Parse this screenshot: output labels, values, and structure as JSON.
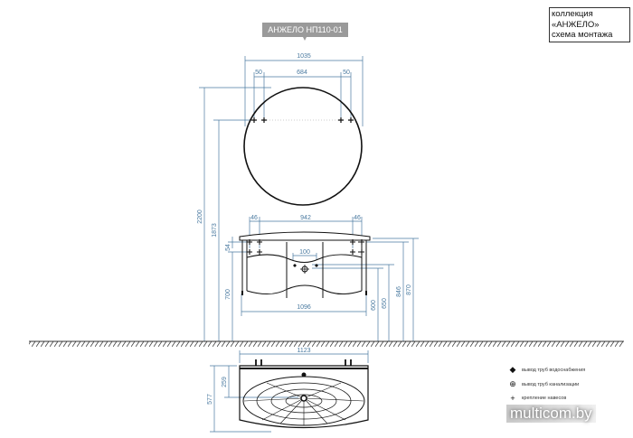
{
  "title_tag": "АНЖЕЛО НП110-01",
  "info_box": {
    "line1": "коллекция",
    "line2": "«АНЖЕЛО»",
    "line3": "схема монтажа"
  },
  "dimensions": {
    "mirror_width": "1035",
    "mirror_inner": "684",
    "mirror_side_left": "50",
    "mirror_side_right": "50",
    "height_total": "2200",
    "height_mirror_mount": "1873",
    "height_cabinet": "700",
    "offset_54": "54",
    "cab_inner": "942",
    "cab_side_left": "46",
    "cab_side_right": "46",
    "pipe_gap": "100",
    "cab_width": "1096",
    "h600": "600",
    "h650": "650",
    "h846": "846",
    "h870": "870",
    "basin_width": "1123",
    "basin_depth": "577",
    "basin_drain": "259"
  },
  "legend": [
    {
      "icon": "diamond-cross-icon",
      "label": "вывод труб водоснабжения"
    },
    {
      "icon": "circle-cross-icon",
      "label": "вывод труб канализации"
    },
    {
      "icon": "plus-icon",
      "label": "крепление навесов"
    }
  ],
  "watermark": "multicom.by",
  "colors": {
    "dim": "#4a7aa0",
    "tag": "#9a9a9a"
  }
}
